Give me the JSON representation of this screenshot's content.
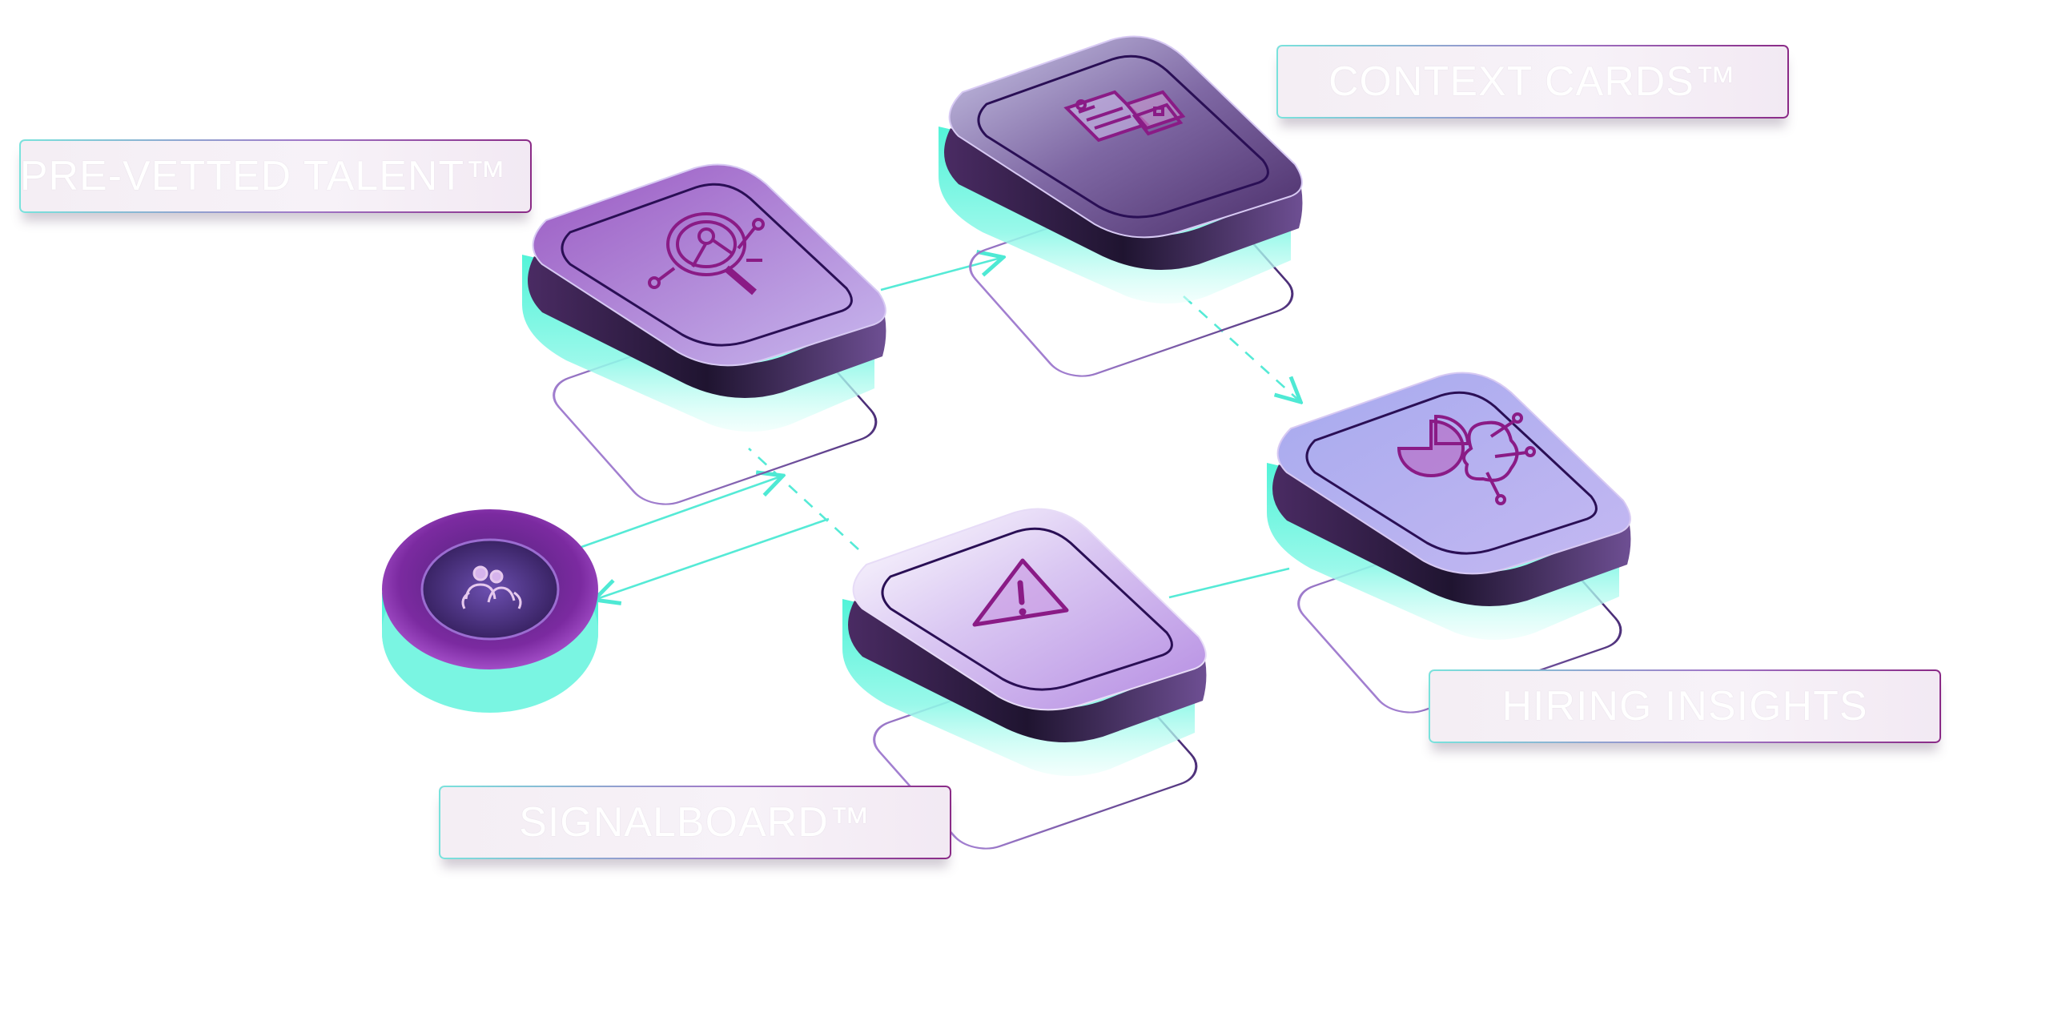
{
  "labels": {
    "pre_vetted_talent": "PRE-VETTED TALENT™",
    "context_cards": "CONTEXT CARDS™",
    "hiring_insights": "HIRING INSIGHTS",
    "signalboard": "SIGNALBOARD™"
  },
  "nodes": [
    {
      "id": "pre-vetted-talent",
      "icon": "magnifier-graph-icon"
    },
    {
      "id": "context-cards",
      "icon": "document-cards-icon"
    },
    {
      "id": "hiring-insights",
      "icon": "pie-chart-brain-icon"
    },
    {
      "id": "signalboard",
      "icon": "warning-triangle-icon"
    },
    {
      "id": "users-hub",
      "icon": "users-icon"
    }
  ],
  "colors": {
    "teal": "#5ff7df",
    "purple_light": "#b9a9e8",
    "purple_mid": "#9a63c8",
    "purple_dark": "#3b1d52",
    "magenta": "#8a1b86",
    "icon_stroke": "#8a1b86"
  }
}
